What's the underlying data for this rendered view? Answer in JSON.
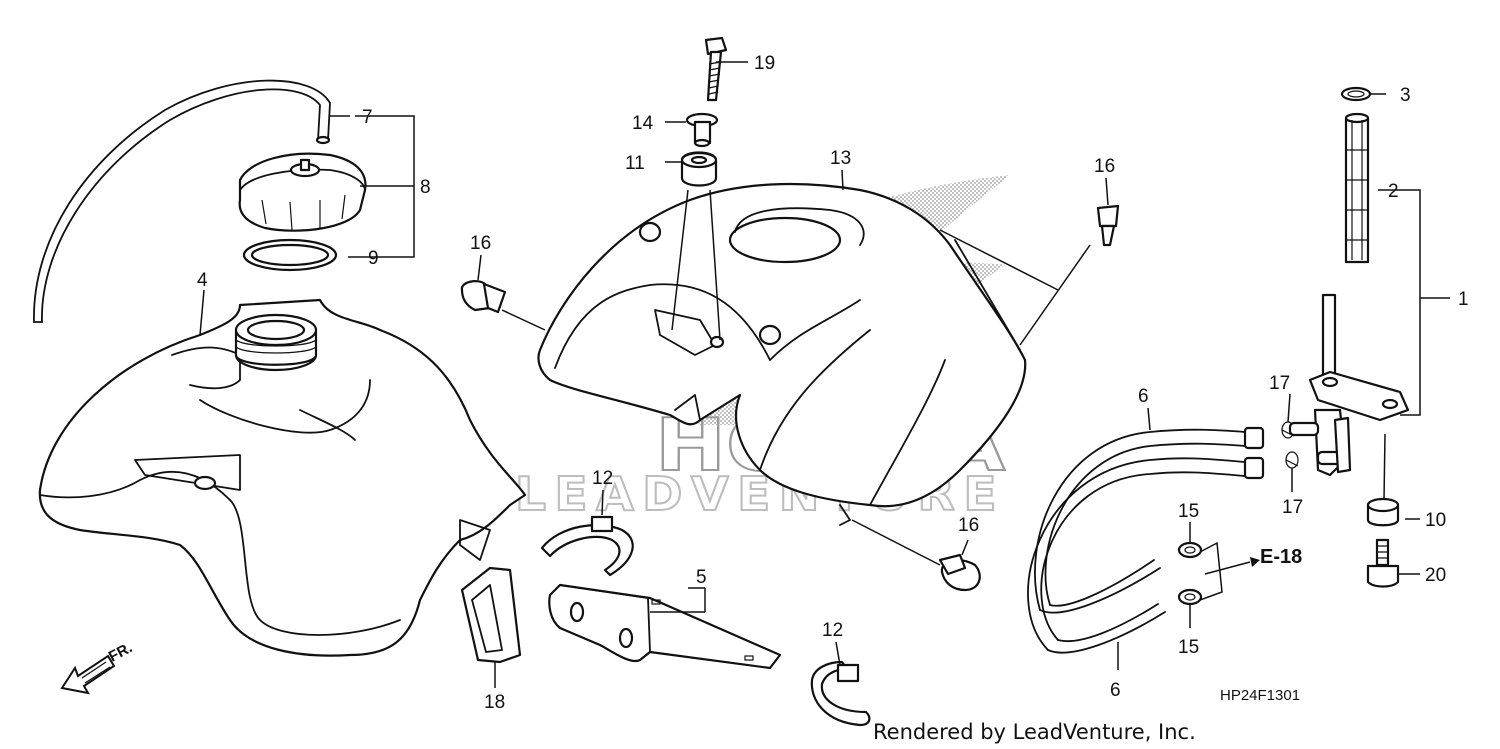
{
  "diagram_code": "HP24F1301",
  "credit": "Rendered by LeadVenture, Inc.",
  "watermark": {
    "brand": "HONDA",
    "company": "LEADVENTURE"
  },
  "front_marker": "FR.",
  "reference": "E-18",
  "callouts": {
    "c1": "1",
    "c2": "2",
    "c3": "3",
    "c4": "4",
    "c5": "5",
    "c6a": "6",
    "c6b": "6",
    "c7": "7",
    "c8": "8",
    "c9": "9",
    "c10": "10",
    "c11": "11",
    "c12a": "12",
    "c12b": "12",
    "c13": "13",
    "c14": "14",
    "c15a": "15",
    "c15b": "15",
    "c16a": "16",
    "c16b": "16",
    "c16c": "16",
    "c17a": "17",
    "c17b": "17",
    "c18": "18",
    "c19": "19",
    "c20": "20"
  }
}
